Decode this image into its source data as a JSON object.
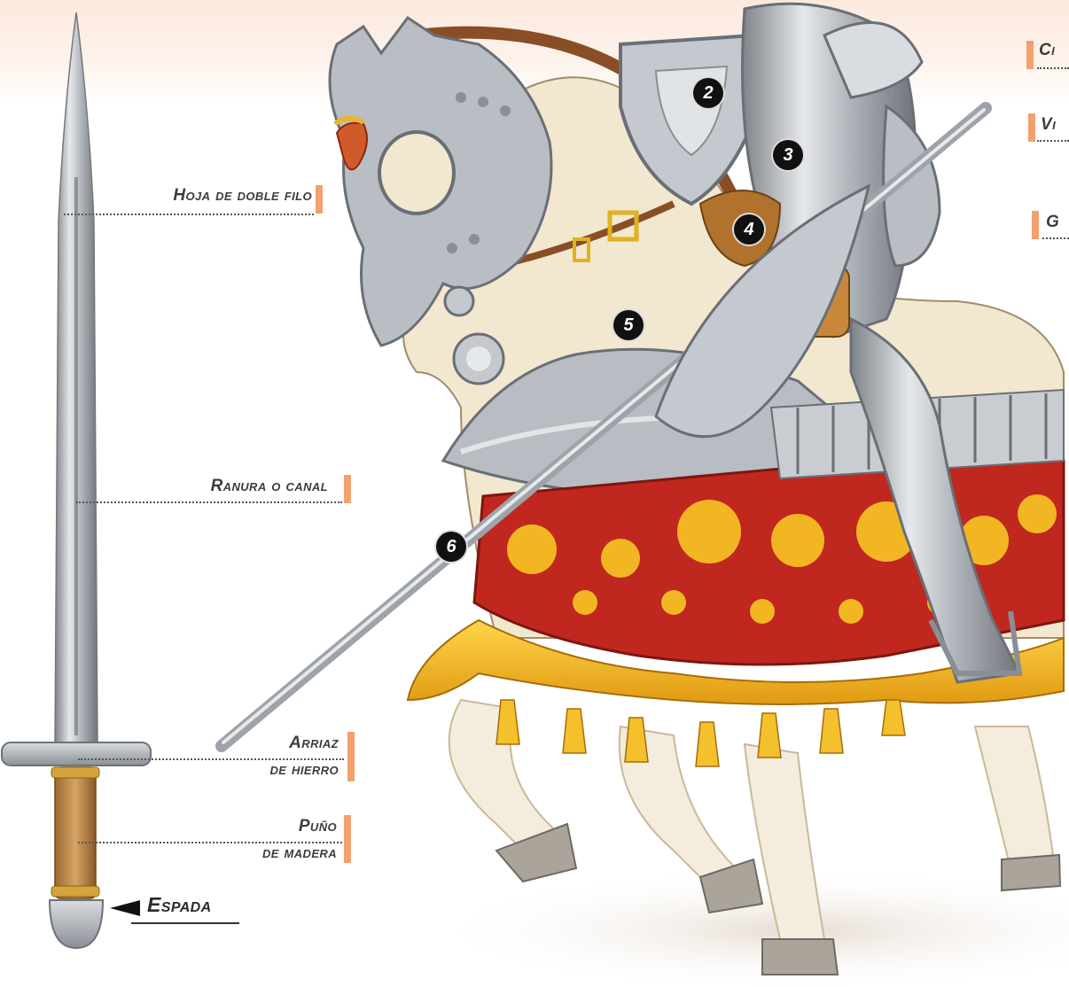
{
  "labels": {
    "hoja": "Hoja de doble filo",
    "ranura": "Ranura o canal",
    "arriaz_1": "Arriaz",
    "arriaz_2": "de hierro",
    "puno_1": "Puño",
    "puno_2": "de madera",
    "espada": "Espada",
    "right_1": "Ci",
    "right_2": "Vi",
    "right_3": "G"
  },
  "markers": [
    "2",
    "3",
    "4",
    "5",
    "6"
  ],
  "colors": {
    "accent": "#f3a06e",
    "steel": "#b8bcc2",
    "caparison_red": "#c0271f",
    "caparison_gold": "#f2b623",
    "horse": "#f2e7cf"
  }
}
